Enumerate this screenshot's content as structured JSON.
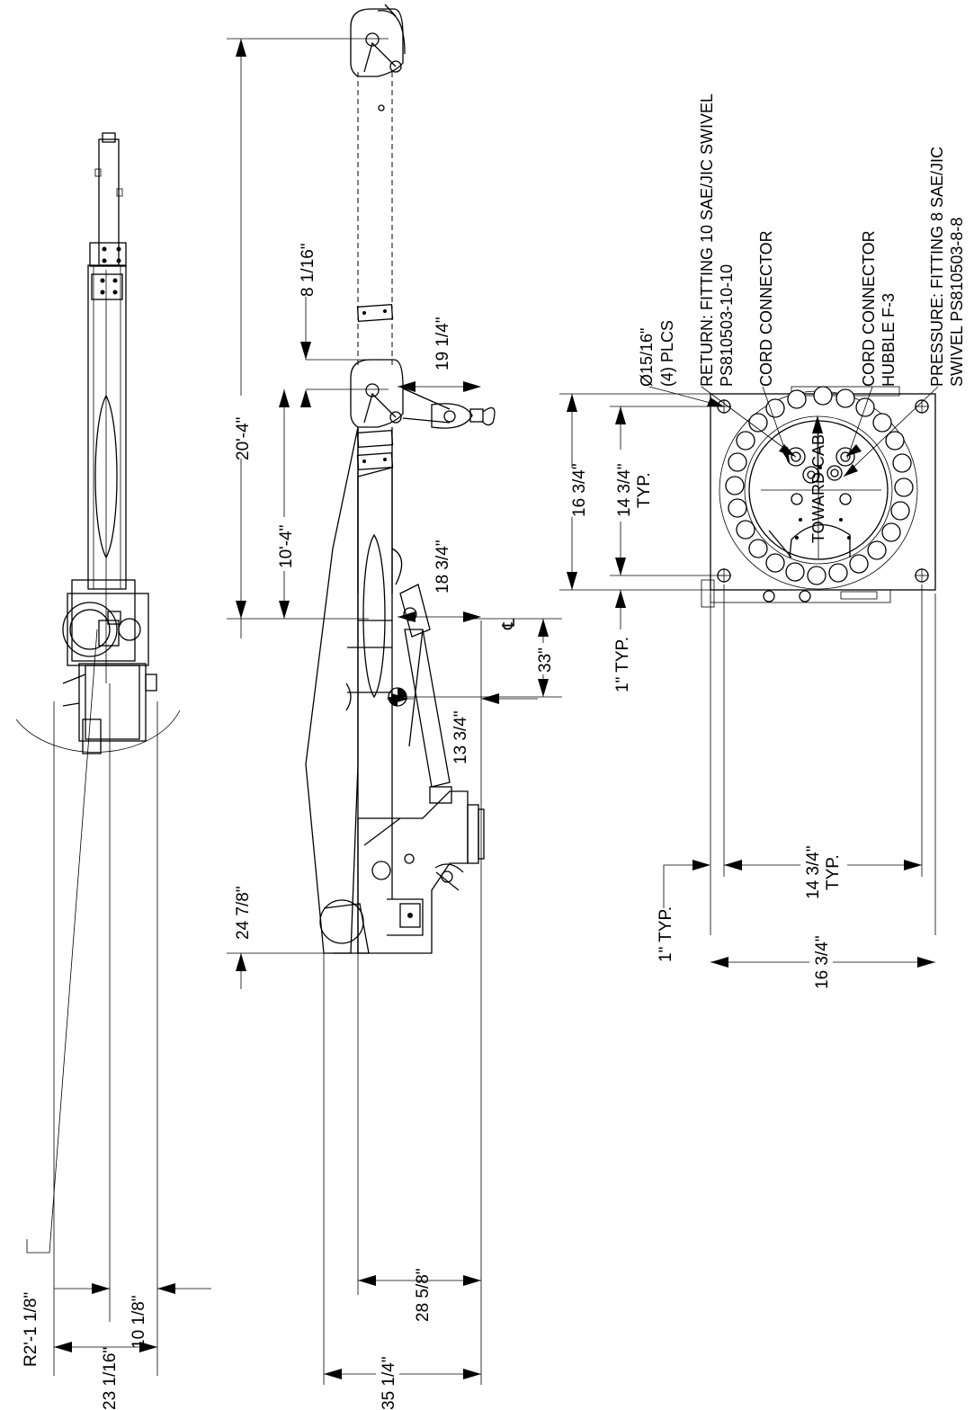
{
  "dimensions": {
    "d_20_4": "20'-4\"",
    "d_8_1_16": "8 1/16\"",
    "d_10_4": "10'-4\"",
    "d_24_7_8": "24 7/8\"",
    "d_28_5_8": "28 5/8\"",
    "d_35_1_4": "35 1/4\"",
    "d_19_1_4": "19 1/4\"",
    "d_18_3_4": "18 3/4\"",
    "d_13_3_4": "13 3/4\"",
    "d_33": "33\"",
    "d_r2_1_1_8": "R2'-1 1/8\"",
    "d_23_1_16": "23 1/16\"",
    "d_10_1_8": "10 1/8\"",
    "d_16_3_4_left": "16 3/4\"",
    "d_14_3_4_left": "14 3/4\"",
    "d_14_3_4_left_typ": "TYP.",
    "d_1_typ_a": "1\" TYP.",
    "d_1_typ_b": "1\" TYP.",
    "d_14_3_4_bottom": "14 3/4\"",
    "d_14_3_4_bottom_typ": "TYP.",
    "d_16_3_4_bottom": "16 3/4\""
  },
  "centerline_symbol": "℄",
  "notes": {
    "holes_line1": "Ø15/16\"",
    "holes_line2": "(4) PLCS",
    "return_line1": "RETURN:  FITTING 10 SAE/JIC SWIVEL",
    "return_line2": "PS810503-10-10",
    "cord_connector": "CORD CONNECTOR",
    "toward_cab": "TOWARD CAB",
    "cord_connector_hubble_line1": "CORD CONNECTOR",
    "cord_connector_hubble_line2": "HUBBLE F-3",
    "pressure_line1": "PRESSURE:  FITTING 8 SAE/JIC",
    "pressure_line2": "SWIVEL PS810503-8-8"
  }
}
